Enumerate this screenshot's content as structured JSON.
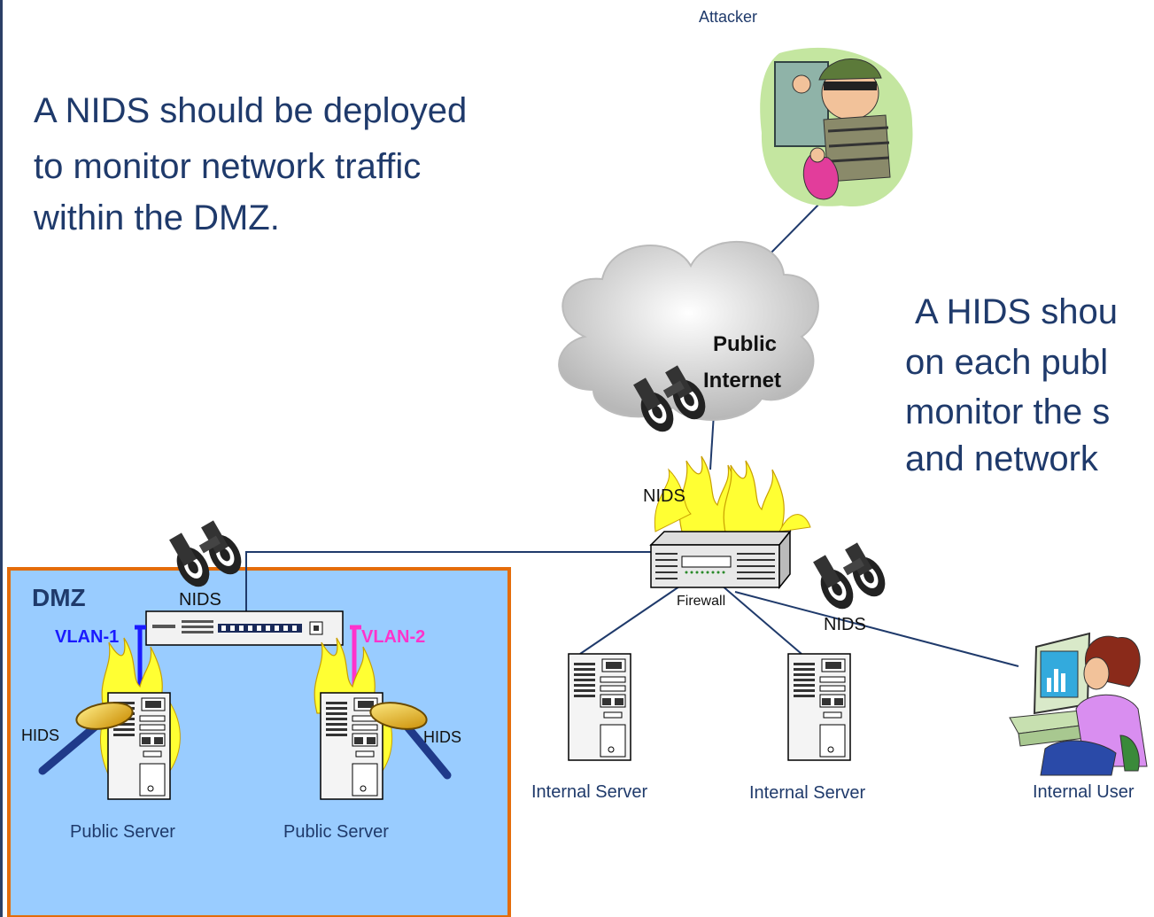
{
  "nids_note": [
    "A NIDS should be deployed",
    "to monitor network traffic",
    "within the DMZ."
  ],
  "hids_note": [
    "A HIDS shou",
    "on each publ",
    "monitor the s",
    "and network"
  ],
  "labels": {
    "attacker": "Attacker",
    "cloud_line1": "Public",
    "cloud_line2": "Internet",
    "firewall": "Firewall",
    "dmz": "DMZ",
    "vlan1": "VLAN-1",
    "vlan2": "VLAN-2",
    "nids": "NIDS",
    "hids": "HIDS",
    "public_server": "Public Server",
    "internal_server": "Internal Server",
    "internal_user": "Internal User"
  },
  "colors": {
    "text_blue": "#1f3a6b",
    "dmz_fill": "#99ccff",
    "dmz_border": "#e46c0a",
    "vlan1": "#1a1aff",
    "vlan2": "#ff33cc",
    "line": "#1f3a6b",
    "flame": "#ffff33"
  },
  "icons": [
    "attacker-icon",
    "cloud-icon",
    "binoculars-icon",
    "firewall-icon",
    "switch-icon",
    "server-icon",
    "magnifier-icon",
    "user-icon",
    "flame-icon"
  ]
}
